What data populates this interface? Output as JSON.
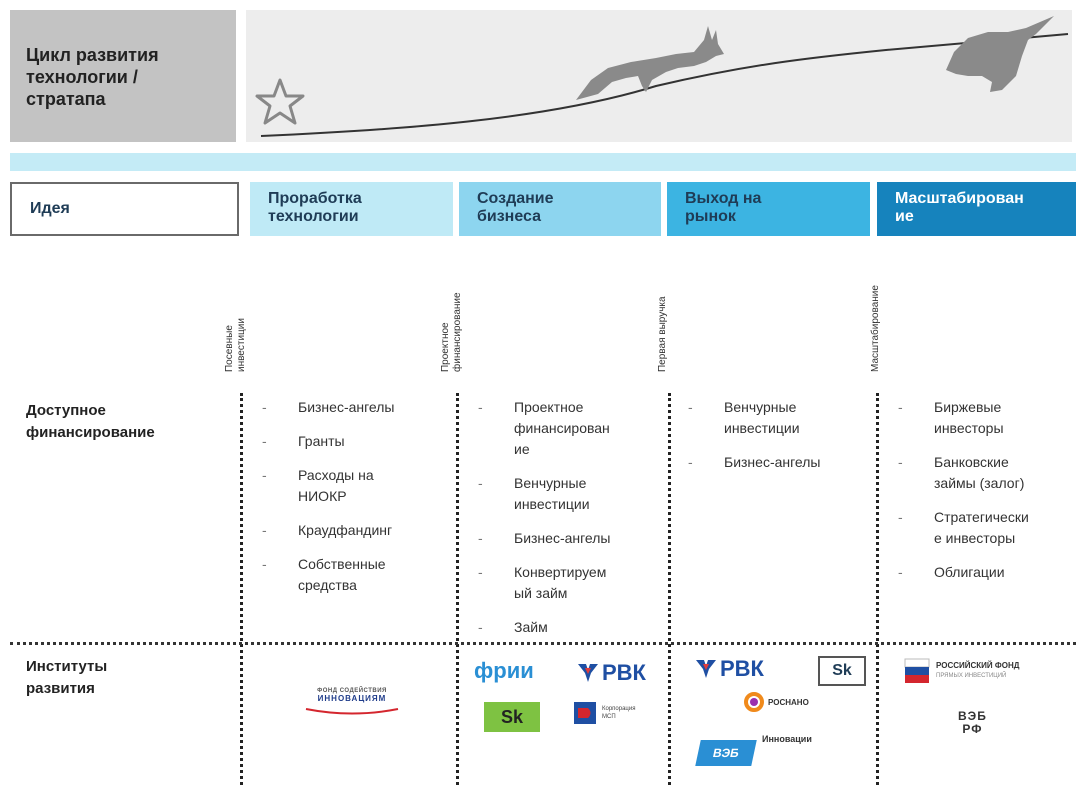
{
  "header": {
    "title": "Цикл развития\nтехнологии /\nстратапа"
  },
  "stages": {
    "idea": "Идея",
    "tech": "Проработка\nтехнологии",
    "biz": "Создание\nбизнеса",
    "market": "Выход на\nрынок",
    "scale": "Масштабирован\nие"
  },
  "milestones": {
    "seed": "Посевные\nинвестиции",
    "project": "Проектное\nфинансирование",
    "revenue": "Первая выручка",
    "scaling": "Масштабирование"
  },
  "rows": {
    "funding_label": "Доступное\nфинансирование",
    "institutions_label": "Институты\nразвития"
  },
  "funding": {
    "tech": [
      "Бизнес-ангелы",
      "Гранты",
      "Расходы          на\nНИОКР",
      "Краудфандинг",
      "Собственные\nсредства"
    ],
    "biz": [
      "Проектное\nфинансирован\nие",
      "Венчурные\nинвестиции",
      "Бизнес-ангелы",
      "Конвертируем\nый займ",
      "Займ"
    ],
    "market": [
      "Венчурные\nинвестиции",
      "Бизнес-ангелы"
    ],
    "scale": [
      "Биржевые\nинвесторы",
      "Банковские\nзаймы (залог)",
      "Стратегически\nе инвесторы",
      "Облигации"
    ]
  },
  "logos": {
    "fasie_line1": "ФОНД СОДЕЙСТВИЯ",
    "fasie_line2": "ИННОВАЦИЯМ",
    "frii": "фрии",
    "rvk": "РВК",
    "sk": "Sk",
    "msp_line1": "Корпорация",
    "msp_line2": "МСП",
    "rusnano": "РОСНАНО",
    "veb": "ВЭБ",
    "veb_innov": "Инновации",
    "rdif_line1": "РОССИЙСКИЙ ФОНД",
    "rdif_line2": "ПРЯМЫХ ИНВЕСТИЦИЙ",
    "veb_rf": "ВЭБ\nРФ"
  },
  "colors": {
    "header_gray": "#c3c3c3",
    "stage_light": "#bfeaf6",
    "stage_mid": "#8dd5ef",
    "stage_bright": "#3cb4e2",
    "stage_dark": "#1683bd",
    "rvk_blue": "#1f4fa3",
    "frii_blue": "#2a8fd4",
    "sk_green": "#7ec242"
  }
}
